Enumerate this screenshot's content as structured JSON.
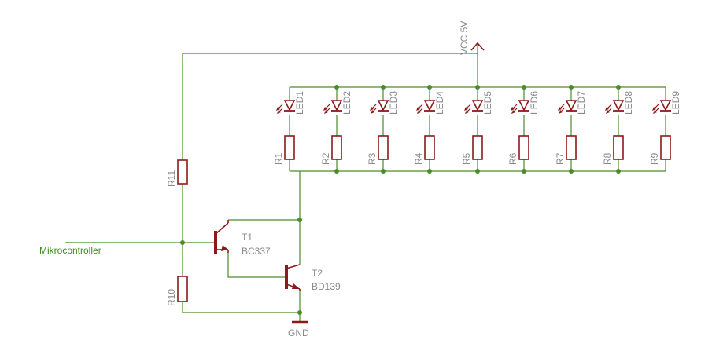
{
  "labels": {
    "vcc": "VCC 5V",
    "gnd": "GND",
    "mcu": "Mikrocontroller",
    "t1": "T1",
    "t1_part": "BC337",
    "t2": "T2",
    "t2_part": "BD139",
    "r11": "R11",
    "r10": "R10"
  },
  "leds": [
    "LED1",
    "LED2",
    "LED3",
    "LED4",
    "LED5",
    "LED6",
    "LED7",
    "LED8",
    "LED9"
  ],
  "resistors": [
    "R1",
    "R2",
    "R3",
    "R4",
    "R5",
    "R6",
    "R7",
    "R8",
    "R9"
  ],
  "colors": {
    "wire": "#4a8c2a",
    "junction": "#4a8c2a",
    "component": "#8b1a1a",
    "text": "#8a8a8a",
    "net_label": "#3f8a1f"
  }
}
